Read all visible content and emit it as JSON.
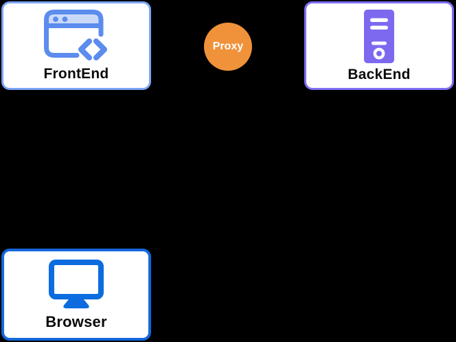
{
  "canvas": {
    "background": "#000000"
  },
  "nodes": {
    "frontend": {
      "label": "FrontEnd",
      "icon": "browser-window-code-icon",
      "border_color": "#7AA4F6",
      "background": "#FFFFFF",
      "text_color": "#0A0A0A",
      "icon_color": "#5B8CEE",
      "icon_accent": "#CBD9F8"
    },
    "proxy": {
      "label": "Proxy",
      "shape": "circle",
      "background": "#F0923A",
      "text_color": "#FFFFFF"
    },
    "backend": {
      "label": "BackEnd",
      "icon": "server-tower-icon",
      "border_color": "#7F6EF5",
      "background": "#FFFFFF",
      "text_color": "#0A0A0A",
      "icon_color": "#7C69F0",
      "icon_accent": "#FFFFFF"
    },
    "browser": {
      "label": "Browser",
      "icon": "monitor-icon",
      "border_color": "#1467DB",
      "background": "#FFFFFF",
      "text_color": "#0A0A0A",
      "icon_color": "#0C6CDF",
      "icon_accent": "#FFFFFF"
    }
  }
}
